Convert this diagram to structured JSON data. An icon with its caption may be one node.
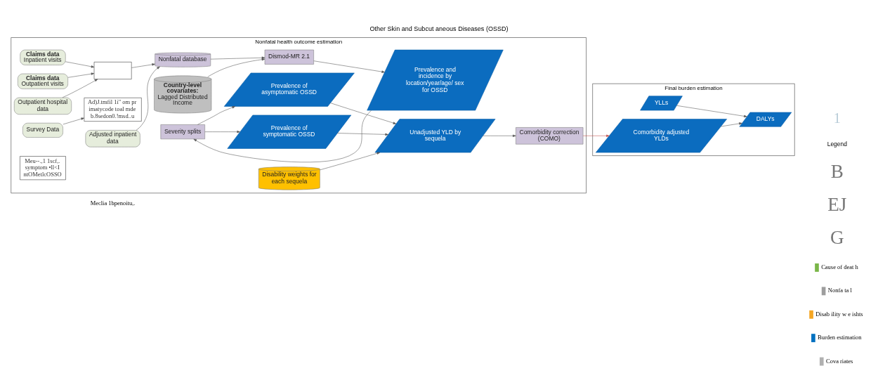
{
  "diagram": {
    "title": "Other Skin and Subcut aneous Diseases (OSSD)",
    "nodes": [
      {
        "text": [
          "Nonfatal health outcome estimation"
        ]
      },
      {
        "text": [
          "Claims data",
          "Inpatient visits"
        ],
        "in": 0
      },
      {
        "text": [
          "Claims data",
          "Outpatient visits"
        ],
        "in": 0
      },
      {
        "text": [
          "Survey Data"
        ],
        "in": 0
      },
      {
        "text": [
          "Outpatient hospital data"
        ],
        "in": 0
      },
      {
        "text": [],
        "shape": "box",
        "in": 0
      },
      {
        "text": [
          "Ad)J.tmfil 1i\" om pr imatycode toal mde b.8sedon0.!msd..u"
        ],
        "in": 0
      },
      {
        "text": [
          "Nonfatal database"
        ],
        "in": 0
      },
      {
        "text": [
          "Adjusted inpatient data"
        ],
        "in": 0
      },
      {
        "text": [
          "Country-level covariates:",
          "Lagged Distributed Income"
        ],
        "in": 0
      },
      {
        "text": [
          "Dismod-MR 2.1"
        ],
        "in": 0
      },
      {
        "text": [
          "Prevalence and incidence by location/year/age/ sex for OSSD"
        ],
        "in": 0
      },
      {
        "text": [
          "Severity splits"
        ],
        "in": 0
      },
      {
        "text": [
          "Prevalence of asymptomatic OSSD"
        ],
        "in": 0
      },
      {
        "text": [
          "Prevalence of symptomatic OSSD"
        ],
        "in": 0
      },
      {
        "text": [
          "Unadjusted YLD by sequela"
        ],
        "in": 0
      },
      {
        "text": [
          "Disability weights for each sequela"
        ],
        "in": 0
      },
      {
        "text": [
          "Comorbidity correction (COMO)"
        ],
        "in": 0
      },
      {
        "text": [
          "Meu--.,1 1scf,. symptom •ll<I ntOMetlcOSSO"
        ],
        "in": 0
      },
      {
        "text": [
          "Final burden estimation"
        ]
      },
      {
        "text": [
          "YLLs"
        ],
        "in": 19
      },
      {
        "text": [
          "DALYs"
        ],
        "in": 19
      },
      {
        "text": [
          "Comorbidity adjusted YLDs"
        ],
        "in": 19
      }
    ],
    "edges": [
      {
        "from": 1,
        "to": 5,
        "arrow": "to"
      },
      {
        "from": 2,
        "to": 5,
        "arrow": "to"
      },
      {
        "from": 4,
        "to": 5,
        "arrow": "to"
      },
      {
        "from": 3,
        "to": 6,
        "arrow": "to"
      },
      {
        "from": 5,
        "to": 7,
        "arrow": "to"
      },
      {
        "from": 8,
        "to": 7,
        "arrow": "to"
      },
      {
        "from": 9,
        "to": 10,
        "arrow": "to"
      },
      {
        "from": 7,
        "to": 10,
        "arrow": "to"
      },
      {
        "from": 10,
        "to": 11,
        "arrow": "to"
      },
      {
        "from": 11,
        "to": 12,
        "arrow": "to"
      },
      {
        "from": 12,
        "to": 13,
        "arrow": "to"
      },
      {
        "from": 12,
        "to": 14,
        "arrow": "to"
      },
      {
        "from": 13,
        "to": 15,
        "arrow": "to"
      },
      {
        "from": 14,
        "to": 15,
        "arrow": "to"
      },
      {
        "from": 16,
        "to": 15,
        "arrow": "to"
      },
      {
        "from": 15,
        "to": 17,
        "arrow": "to"
      },
      {
        "from": 17,
        "to": 22,
        "arrow": "to",
        "color": "#c0504d"
      },
      {
        "from": 20,
        "to": 21,
        "arrow": "to"
      },
      {
        "from": 22,
        "to": 21,
        "arrow": "to"
      }
    ],
    "labels": [
      "1",
      "Legend",
      "B",
      "EJ",
      "G",
      "Meclia 1bpenoitu,."
    ],
    "legend": [
      {
        "text": "Cause of deat h",
        "color": "#7ab648"
      },
      {
        "text": "Nonfa ta l",
        "color": "#9e9e9e"
      },
      {
        "text": "Disab ility w e ishts",
        "color": "#f5a623"
      },
      {
        "text": "Burden estimation",
        "color": "#0070c0"
      },
      {
        "text": "Cova riates",
        "color": "#b0b0b0"
      }
    ]
  }
}
